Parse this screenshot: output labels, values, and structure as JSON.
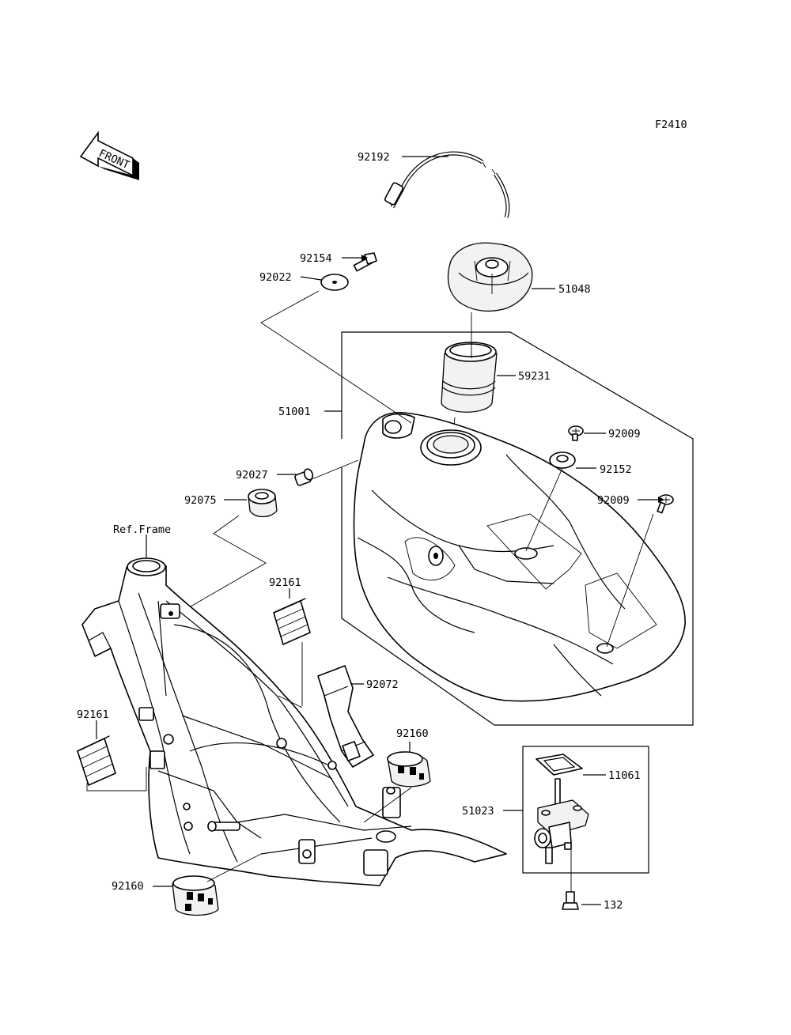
{
  "figure_code": "F2410",
  "front_label": "FRONT",
  "ref_frame_label": "Ref.Frame",
  "parts": {
    "p92192": "92192",
    "p92154": "92154",
    "p92022": "92022",
    "p51048": "51048",
    "p59231": "59231",
    "p51001": "51001",
    "p92009a": "92009",
    "p92152": "92152",
    "p92009b": "92009",
    "p92027": "92027",
    "p92075": "92075",
    "p92161a": "92161",
    "p92072": "92072",
    "p92161b": "92161",
    "p92160a": "92160",
    "p11061": "11061",
    "p51023": "51023",
    "p92160b": "92160",
    "p132": "132"
  }
}
